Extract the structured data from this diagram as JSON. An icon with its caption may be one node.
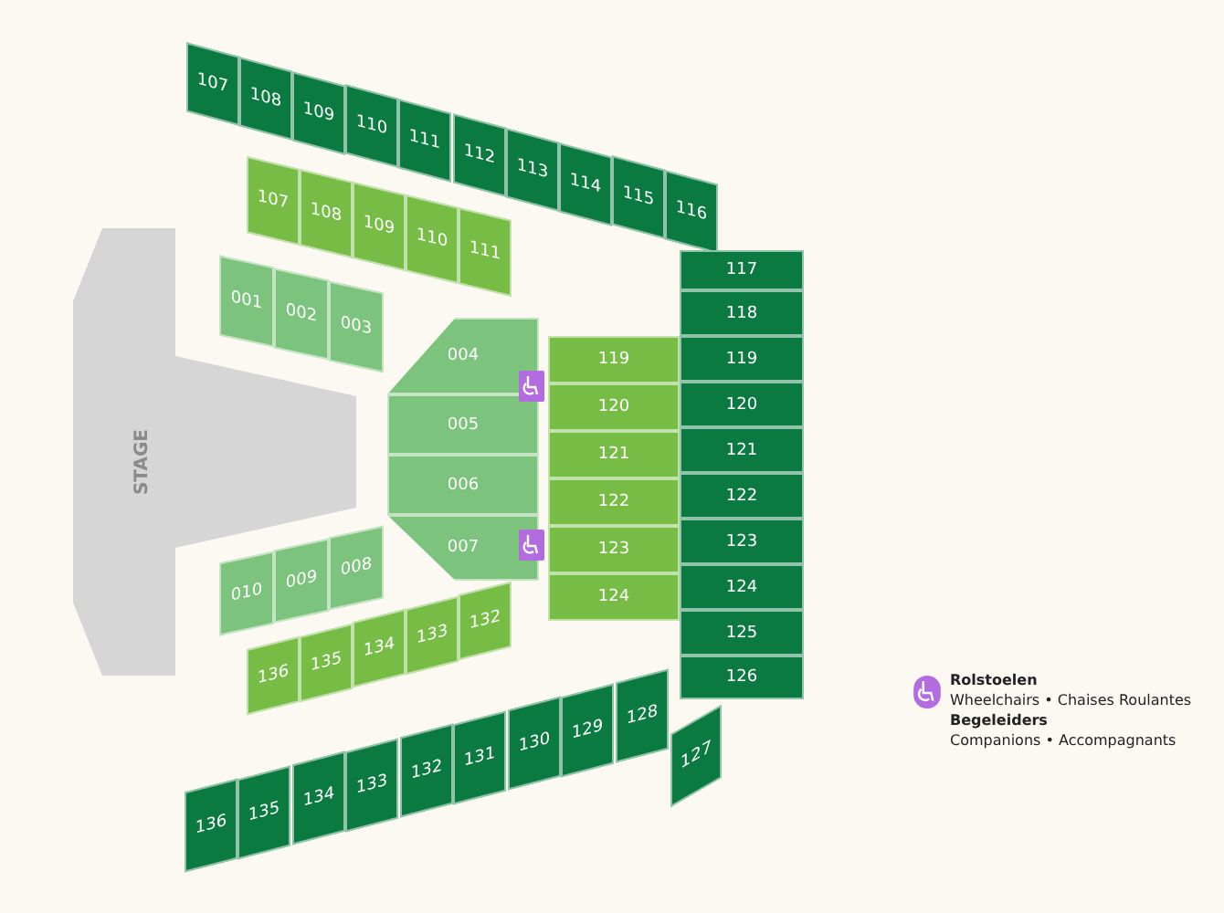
{
  "diagram": {
    "nodes": [
      {
        "text": [
          "107"
        ]
      },
      {
        "text": [
          "108"
        ]
      },
      {
        "text": [
          "109"
        ]
      },
      {
        "text": [
          "110"
        ]
      },
      {
        "text": [
          "111"
        ]
      },
      {
        "text": [
          "112"
        ]
      },
      {
        "text": [
          "113"
        ]
      },
      {
        "text": [
          "114"
        ]
      },
      {
        "text": [
          "115"
        ]
      },
      {
        "text": [
          "116"
        ]
      },
      {
        "text": [
          "117"
        ]
      },
      {
        "text": [
          "107"
        ]
      },
      {
        "text": [
          "108"
        ]
      },
      {
        "text": [
          "109"
        ]
      },
      {
        "text": [
          "110"
        ]
      },
      {
        "text": [
          "111"
        ]
      },
      {
        "text": [
          "001"
        ]
      },
      {
        "text": [
          "002"
        ]
      },
      {
        "text": [
          "003"
        ]
      },
      {
        "text": [
          "STAGE"
        ]
      },
      {
        "text": [
          "004"
        ]
      },
      {
        "text": [
          "005"
        ]
      },
      {
        "text": [
          "006"
        ]
      },
      {
        "text": [
          "007"
        ]
      },
      {
        "text": [
          "119"
        ]
      },
      {
        "text": [
          "120"
        ]
      },
      {
        "text": [
          "121"
        ]
      },
      {
        "text": [
          "122"
        ]
      },
      {
        "text": [
          "123"
        ]
      },
      {
        "text": [
          "124"
        ]
      },
      {
        "text": [
          "118"
        ]
      },
      {
        "text": [
          "119"
        ]
      },
      {
        "text": [
          "120"
        ]
      },
      {
        "text": [
          "121"
        ]
      },
      {
        "text": [
          "122"
        ]
      },
      {
        "text": [
          "123"
        ]
      },
      {
        "text": [
          "124"
        ]
      },
      {
        "text": [
          "125"
        ]
      },
      {
        "text": [
          "126"
        ]
      },
      {
        "text": [
          "010"
        ]
      },
      {
        "text": [
          "009"
        ]
      },
      {
        "text": [
          "008"
        ]
      },
      {
        "text": [
          "136"
        ]
      },
      {
        "text": [
          "135"
        ]
      },
      {
        "text": [
          "134"
        ]
      },
      {
        "text": [
          "133"
        ]
      },
      {
        "text": [
          "132"
        ]
      },
      {
        "text": [
          "136"
        ]
      },
      {
        "text": [
          "135"
        ]
      },
      {
        "text": [
          "134"
        ]
      },
      {
        "text": [
          "133"
        ]
      },
      {
        "text": [
          "132"
        ]
      },
      {
        "text": [
          "131"
        ]
      },
      {
        "text": [
          "130"
        ]
      },
      {
        "text": [
          "129"
        ]
      },
      {
        "text": [
          "128"
        ]
      },
      {
        "text": [
          "127"
        ]
      }
    ],
    "edges": [],
    "legend": [
      {
        "text": "Rolstoelen"
      },
      {
        "text": "Wheelchairs • Chaises Roulantes"
      },
      {
        "text": "Begeleiders"
      },
      {
        "text": "Companions • Accompagnants"
      }
    ]
  }
}
